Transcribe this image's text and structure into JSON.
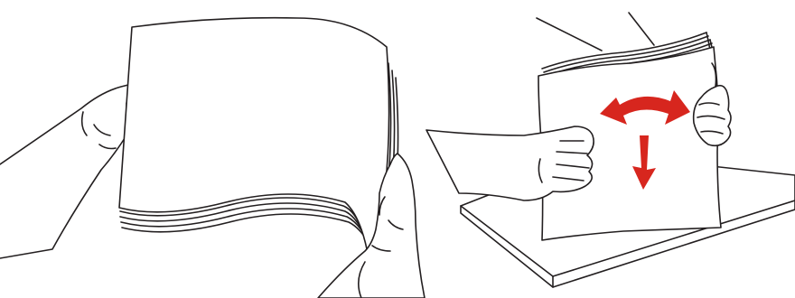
{
  "diagram": {
    "panels": [
      {
        "id": "fan-stack",
        "elements": [
          "left-hand",
          "paper-stack",
          "right-hand"
        ]
      },
      {
        "id": "flex-stack",
        "elements": [
          "paper-tray",
          "paper-stack",
          "left-hand",
          "right-hand",
          "flex-arrow",
          "down-arrow"
        ]
      }
    ],
    "colors": {
      "line": "#231f20",
      "fill": "#ffffff",
      "arrow": "#d7261e"
    },
    "icons": {
      "flex_arrow": "double-curved-arrow-icon",
      "down_arrow": "down-arrow-icon"
    }
  }
}
